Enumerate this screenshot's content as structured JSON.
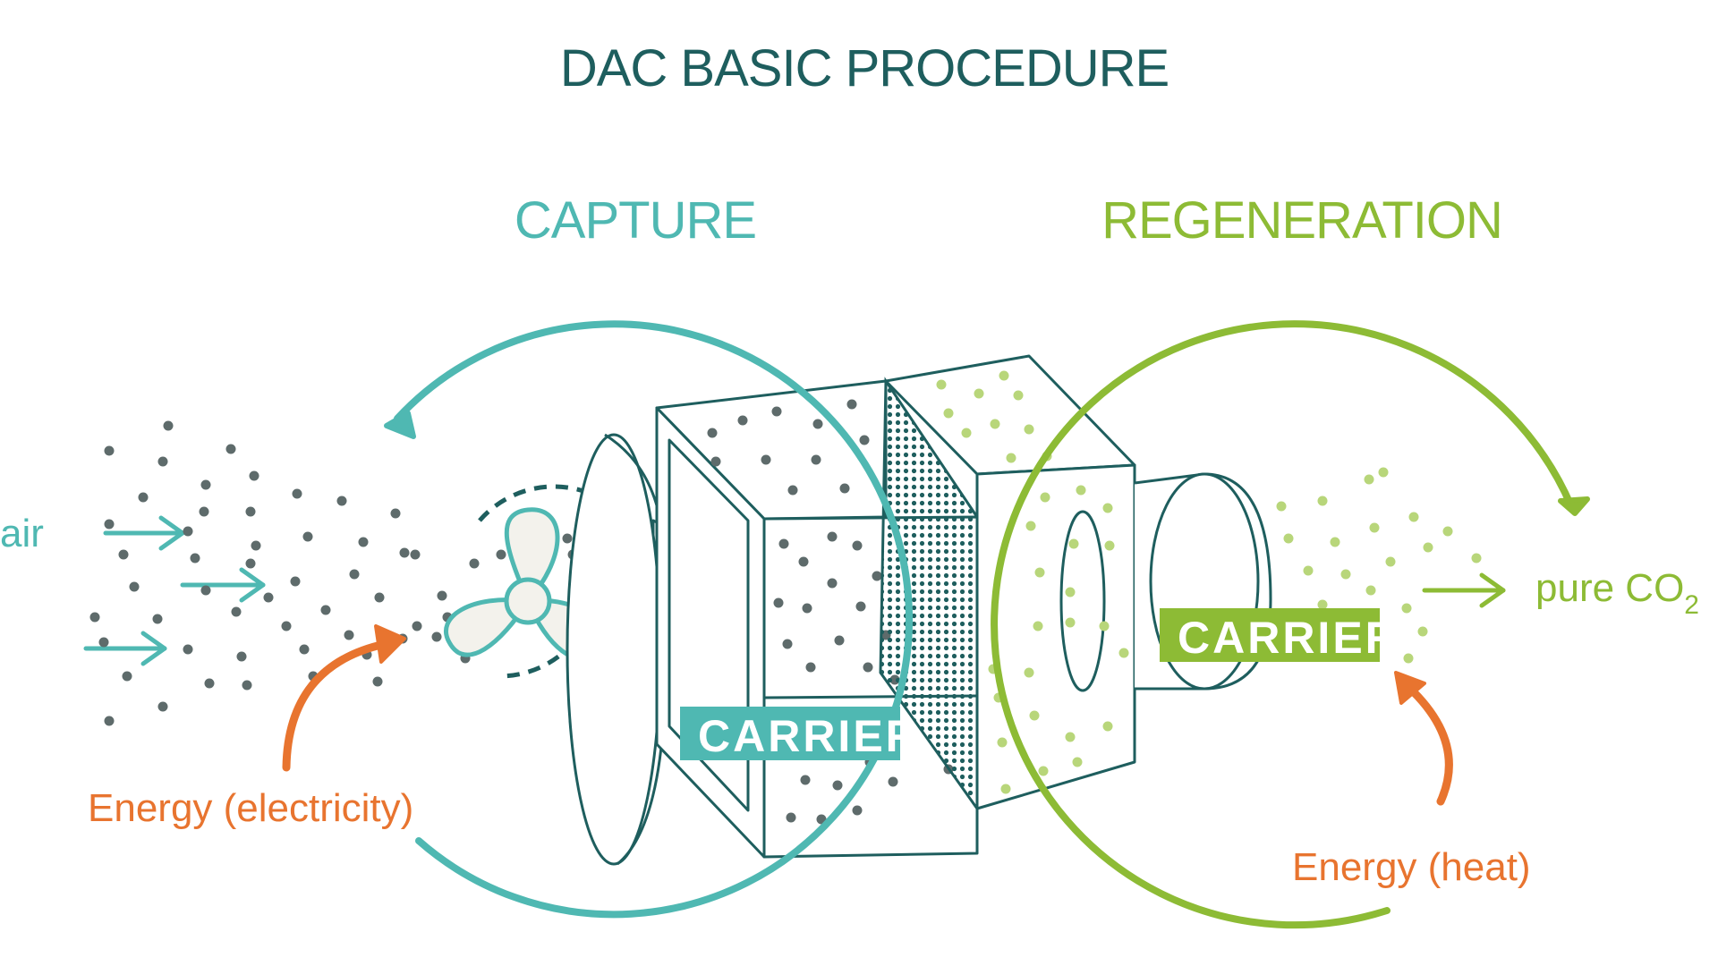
{
  "title": "DAC BASIC PROCEDURE",
  "sections": {
    "capture": "CAPTURE",
    "regeneration": "REGENERATION"
  },
  "labels": {
    "air": "air",
    "pure_co2_prefix": "pure CO",
    "pure_co2_subscript": "2",
    "energy_electricity": "Energy (electricity)",
    "energy_heat": "Energy (heat)",
    "carrier_capture": "CARRIER",
    "carrier_regeneration": "CARRIER"
  },
  "colors": {
    "title": "#1e5e5e",
    "capture": "#4fb8b2",
    "regeneration": "#8dbb35",
    "regeneration_dots": "#b8d67a",
    "energy": "#e8742f",
    "outline": "#1e5e5e",
    "particles": "#5e6b6b",
    "fan_fill": "#f3f2ec",
    "white": "#ffffff"
  },
  "icons": {
    "fan": "fan-icon",
    "air_arrows": "arrow-right-icon",
    "cycle_arrows": "curved-arrow-icon"
  }
}
